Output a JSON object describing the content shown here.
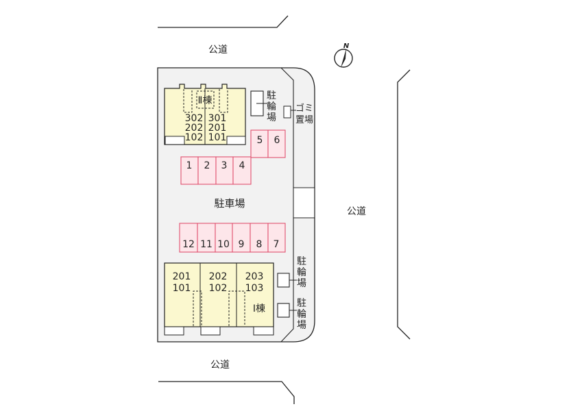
{
  "roads": {
    "top": "公道",
    "right": "公道",
    "bottom": "公道"
  },
  "compass": {
    "north": "N"
  },
  "parking": {
    "label": "駐車場",
    "upper_spaces": [
      "5",
      "6"
    ],
    "middle_spaces": [
      "1",
      "2",
      "3",
      "4"
    ],
    "lower_spaces": [
      "12",
      "11",
      "10",
      "9",
      "8",
      "7"
    ]
  },
  "building_2": {
    "label": "Ⅱ棟",
    "units_left": [
      "302",
      "202",
      "102"
    ],
    "units_right": [
      "301",
      "201",
      "101"
    ]
  },
  "building_1": {
    "label": "Ⅰ棟",
    "units_a": [
      "201",
      "101"
    ],
    "units_b": [
      "202",
      "102"
    ],
    "units_c": [
      "203",
      "103"
    ]
  },
  "bike_parking": [
    "駐",
    "輪",
    "場"
  ],
  "garbage_area": [
    "ゴミ",
    "置場"
  ],
  "colors": {
    "building_fill": "#fbf8cf",
    "parking_fill": "#fde6ea",
    "parking_stroke": "#e0506e",
    "lot_fill": "#f1f1f1",
    "outline": "#222222"
  }
}
